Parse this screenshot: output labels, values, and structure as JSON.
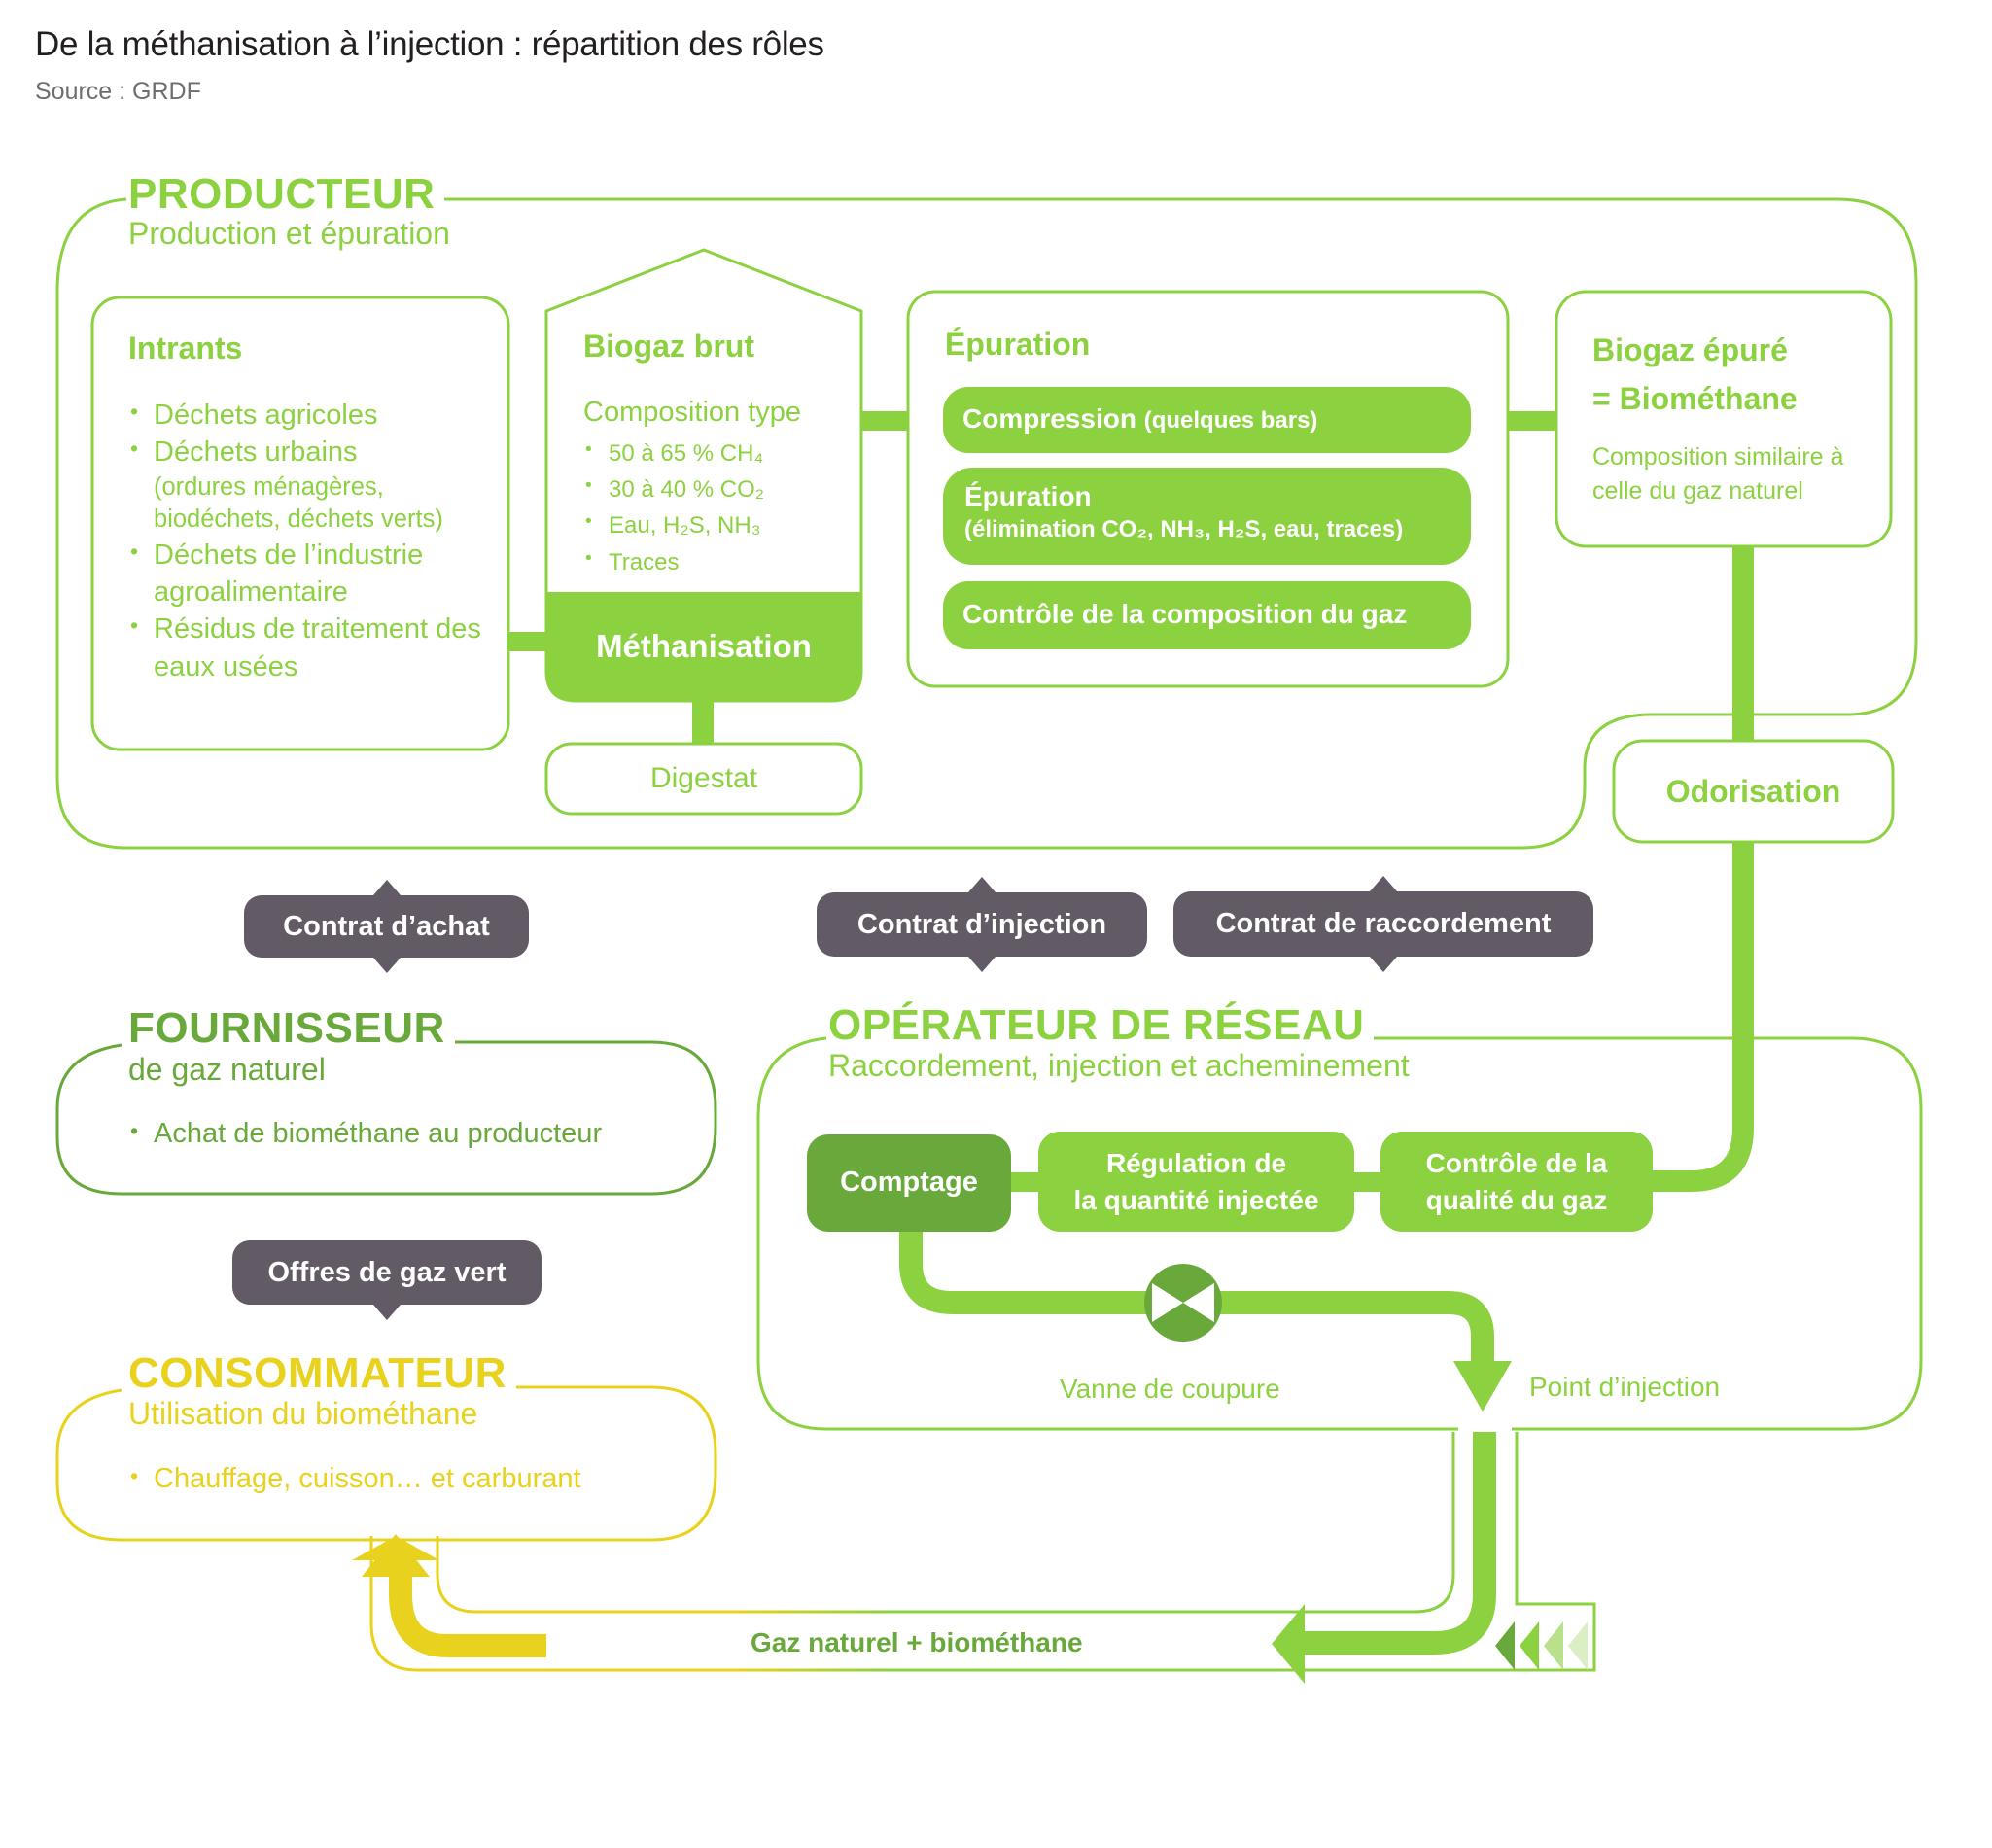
{
  "header": {
    "title": "De la méthanisation à l’injection : répartition des rôles",
    "source": "Source : GRDF"
  },
  "colors": {
    "light_green": "#8cd13f",
    "dark_green": "#69a83b",
    "yellow": "#e8d21d",
    "contract_gray": "#625a64"
  },
  "producteur": {
    "title": "PRODUCTEUR",
    "subtitle": "Production et épuration",
    "intrants": {
      "title": "Intrants",
      "items": [
        {
          "label": "Déchets agricoles",
          "detail": ""
        },
        {
          "label": "Déchets urbains",
          "detail": "(ordures ménagères, biodéchets, déchets verts)"
        },
        {
          "label": "Déchets de l’industrie agroalimentaire",
          "detail": ""
        },
        {
          "label": "Résidus de traitement des eaux usées",
          "detail": ""
        }
      ]
    },
    "biogaz_brut": {
      "title": "Biogaz brut",
      "composition_label": "Composition type",
      "items": [
        "50 à 65 % CH₄",
        "30 à 40 % CO₂",
        "Eau, H₂S, NH₃",
        "Traces"
      ],
      "process": "Méthanisation"
    },
    "digestat": "Digestat",
    "epuration": {
      "title": "Épuration",
      "steps": [
        {
          "label": "Compression",
          "detail": "(quelques bars)"
        },
        {
          "label": "Épuration",
          "detail": "(élimination CO₂, NH₃, H₂S, eau, traces)"
        },
        {
          "label": "Contrôle de la composition du gaz",
          "detail": ""
        }
      ]
    },
    "biogaz_epure": {
      "title_line1": "Biogaz épuré",
      "title_line2": "= Biométhane",
      "description": "Composition similaire à celle du gaz naturel"
    },
    "odorisation": "Odorisation"
  },
  "contracts": {
    "achat": "Contrat d’achat",
    "injection": "Contrat d’injection",
    "raccordement": "Contrat de raccordement",
    "offres": "Offres de gaz vert"
  },
  "fournisseur": {
    "title": "FOURNISSEUR",
    "subtitle": "de gaz naturel",
    "items": [
      "Achat de biométhane au producteur"
    ]
  },
  "consommateur": {
    "title": "CONSOMMATEUR",
    "subtitle": "Utilisation du biométhane",
    "items": [
      "Chauffage, cuisson… et carburant"
    ]
  },
  "operateur": {
    "title": "OPÉRATEUR DE RÉSEAU",
    "subtitle": "Raccordement, injection et acheminement",
    "steps": [
      {
        "line1": "Comptage",
        "line2": ""
      },
      {
        "line1": "Régulation de",
        "line2": "la quantité injectée"
      },
      {
        "line1": "Contrôle de la",
        "line2": "qualité du gaz"
      }
    ],
    "valve_label": "Vanne de coupure",
    "injection_point_label": "Point d’injection"
  },
  "network": {
    "flow_label": "Gaz naturel + biométhane"
  }
}
